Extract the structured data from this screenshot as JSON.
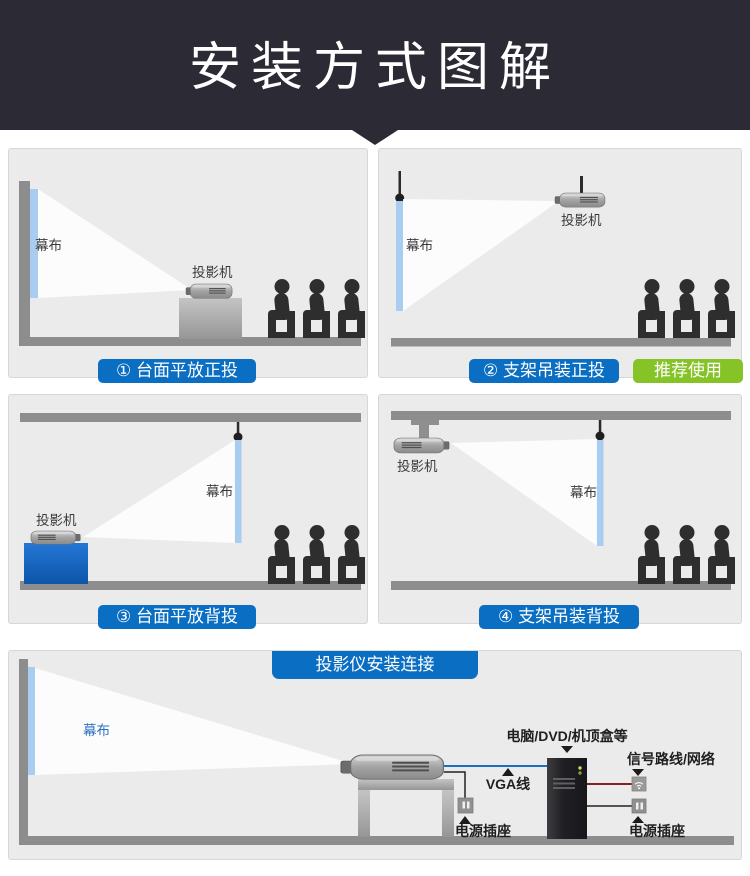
{
  "header": {
    "title": "安装方式图解"
  },
  "colors": {
    "header_bg": "#2b2a35",
    "caption_blue": "#0a6ec3",
    "badge_green": "#86c326",
    "screen_blue": "#a9cdf0",
    "structure_gray": "#8d8d8d",
    "table_blue": "#1565c0",
    "vga_line_blue": "#1a6fc5",
    "signal_line_red": "#8b2022",
    "power_line_black": "#222222"
  },
  "panels": [
    {
      "label": "① 台面平放正投",
      "screen_label": "幕布",
      "projector_label": "投影机"
    },
    {
      "label": "② 支架吊装正投",
      "badge": "推荐使用",
      "screen_label": "幕布",
      "projector_label": "投影机"
    },
    {
      "label": "③ 台面平放背投",
      "screen_label": "幕布",
      "projector_label": "投影机"
    },
    {
      "label": "④ 支架吊装背投",
      "screen_label": "幕布",
      "projector_label": "投影机"
    }
  ],
  "connection_panel": {
    "title": "投影仪安装连接",
    "screen_label": "幕布",
    "source_label": "电脑/DVD/机顶盒等",
    "vga_label": "VGA线",
    "power_label_left": "电源插座",
    "signal_label": "信号路线/网络",
    "power_label_right": "电源插座"
  }
}
